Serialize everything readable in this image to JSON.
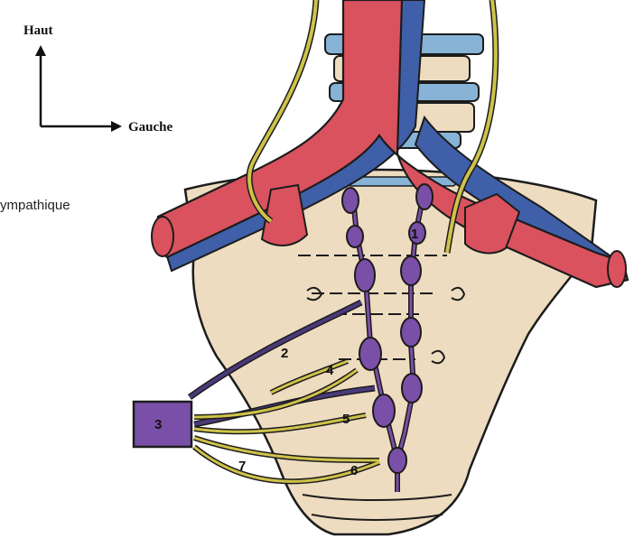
{
  "orientation": {
    "up_label": "Haut",
    "left_label": "Gauche"
  },
  "side_text": "ympathique",
  "markers": [
    "1",
    "2",
    "3",
    "4",
    "5",
    "6",
    "7"
  ],
  "colors": {
    "artery": "#d9525e",
    "vein": "#3f5fa8",
    "nerve_yellow": "#cfc24a",
    "sympathetic_chain": "#7a4fa8",
    "nerve_purple": "#4a3a7a",
    "sacrum_fill": "#eedcc0",
    "spine_blue": "#86b3d6",
    "outline": "#1c1c1c"
  }
}
